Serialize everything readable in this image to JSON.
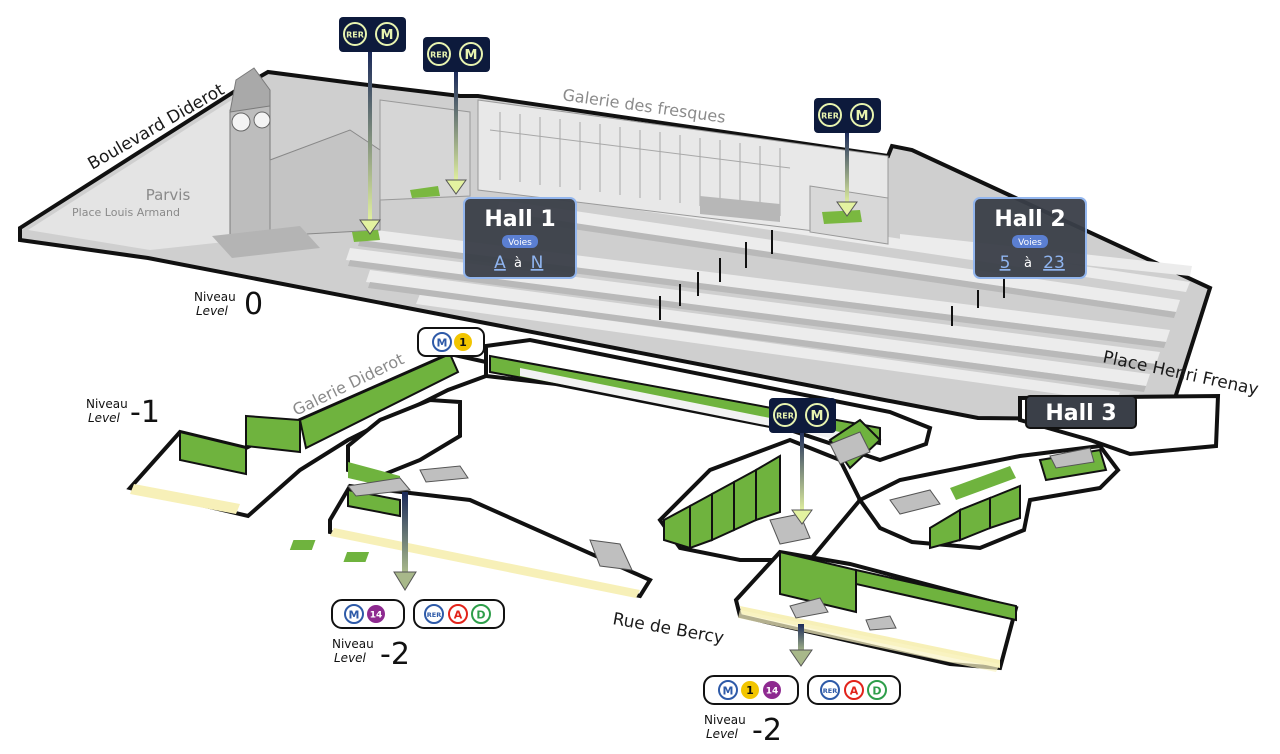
{
  "streets": {
    "boulevard_diderot": "Boulevard Diderot",
    "galerie_fresques": "Galerie des fresques",
    "galerie_diderot": "Galerie Diderot",
    "place_henri_frenay": "Place Henri Frenay",
    "rue_de_bercy": "Rue de Bercy"
  },
  "parvis": {
    "title": "Parvis",
    "subtitle": "Place Louis Armand"
  },
  "halls": {
    "hall1": {
      "title": "Hall 1",
      "voies_label": "Voies",
      "from": "A",
      "joiner": "à",
      "to": "N"
    },
    "hall2": {
      "title": "Hall 2",
      "voies_label": "Voies",
      "from": "5",
      "joiner": "à",
      "to": "23"
    },
    "hall3": {
      "title": "Hall 3"
    }
  },
  "levels": {
    "level0": {
      "niveau": "Niveau",
      "level": "Level",
      "number": "0"
    },
    "level_m1": {
      "niveau": "Niveau",
      "level": "Level",
      "number": "-1"
    },
    "level_m2_left": {
      "niveau": "Niveau",
      "level": "Level",
      "number": "-2"
    },
    "level_m2_right": {
      "niveau": "Niveau",
      "level": "Level",
      "number": "-2"
    }
  },
  "transit": {
    "rer_short": "RER",
    "metro_short": "M",
    "line_1": "1",
    "line_14": "14",
    "rer_a": "A",
    "rer_d": "D"
  },
  "colors": {
    "green": "#6fb33e",
    "green_dark": "#3c7a1c",
    "floor_gray": "#d2d2d2",
    "yellow_platform": "#f7f0b8",
    "hall_box": "#3a3f48",
    "metro_blue": "#2e5aa8",
    "line1_yellow": "#f2c500",
    "line14_purple": "#8e2a90",
    "rer_red": "#e2231a",
    "rer_d_green": "#2e9e4a"
  }
}
